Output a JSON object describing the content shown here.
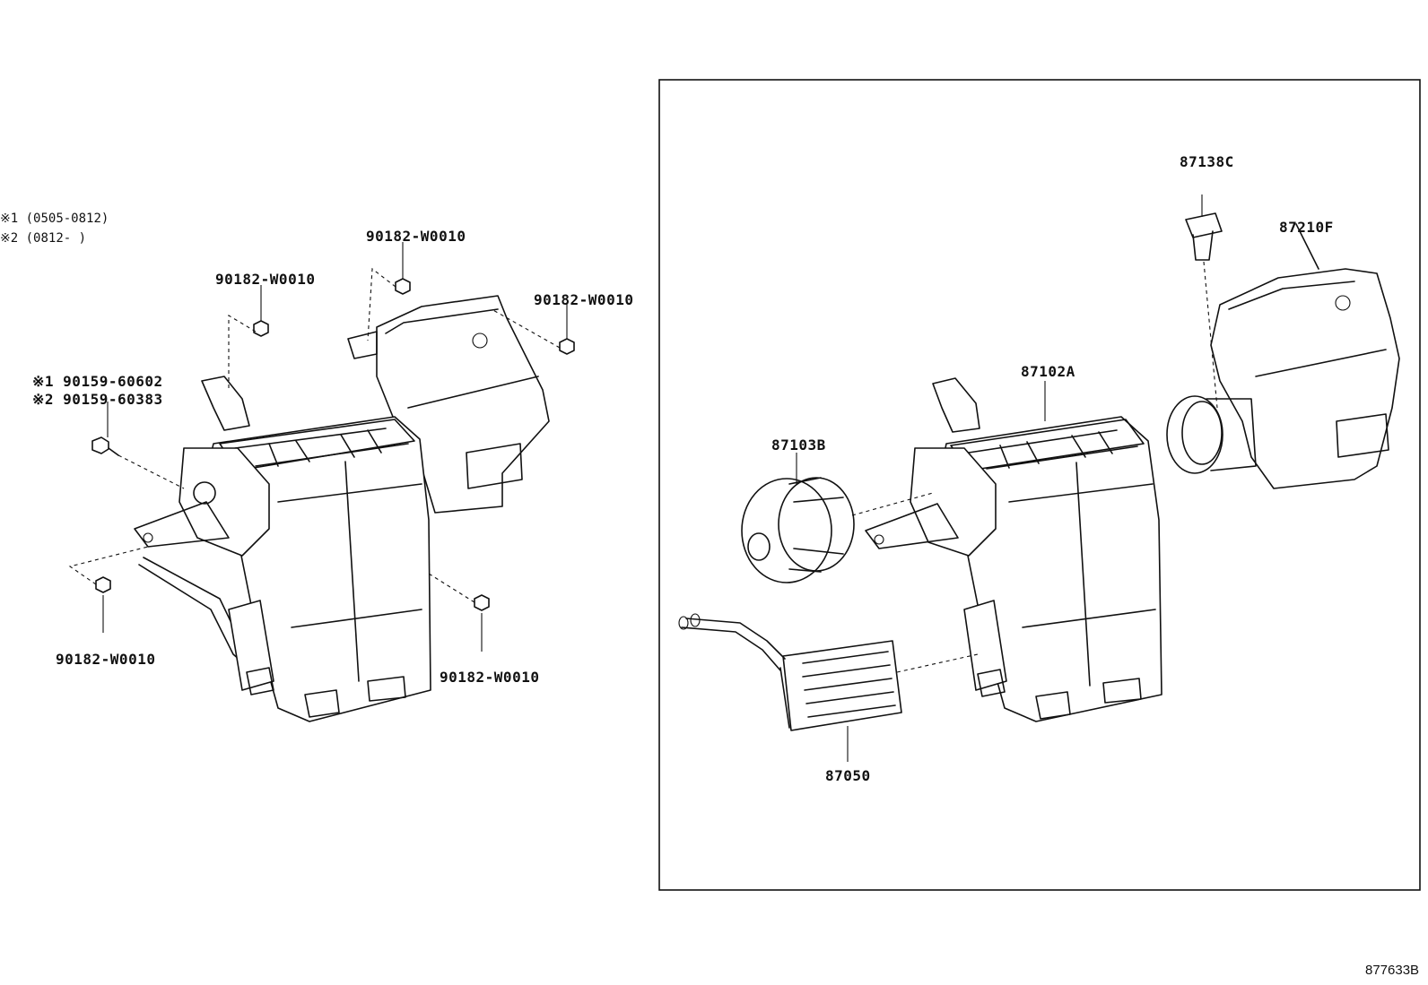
{
  "notes": [
    {
      "mark": "※1",
      "text": "(0505-0812)"
    },
    {
      "mark": "※2",
      "text": "(0812-    )"
    }
  ],
  "left_assembly": {
    "nut_top_left": "90182-W0010",
    "nut_top_middle": "90182-W0010",
    "nut_top_right": "90182-W0010",
    "screw_line1": "※1 90159-60602",
    "screw_line2": "※2 90159-60383",
    "nut_bottom_left": "90182-W0010",
    "nut_bottom_right": "90182-W0010"
  },
  "detail_box": {
    "resistor": "87138C",
    "blower_case": "87210F",
    "unit_case": "87102A",
    "blower_motor": "87103B",
    "heater_core": "87050"
  },
  "figure_number": "877633B"
}
